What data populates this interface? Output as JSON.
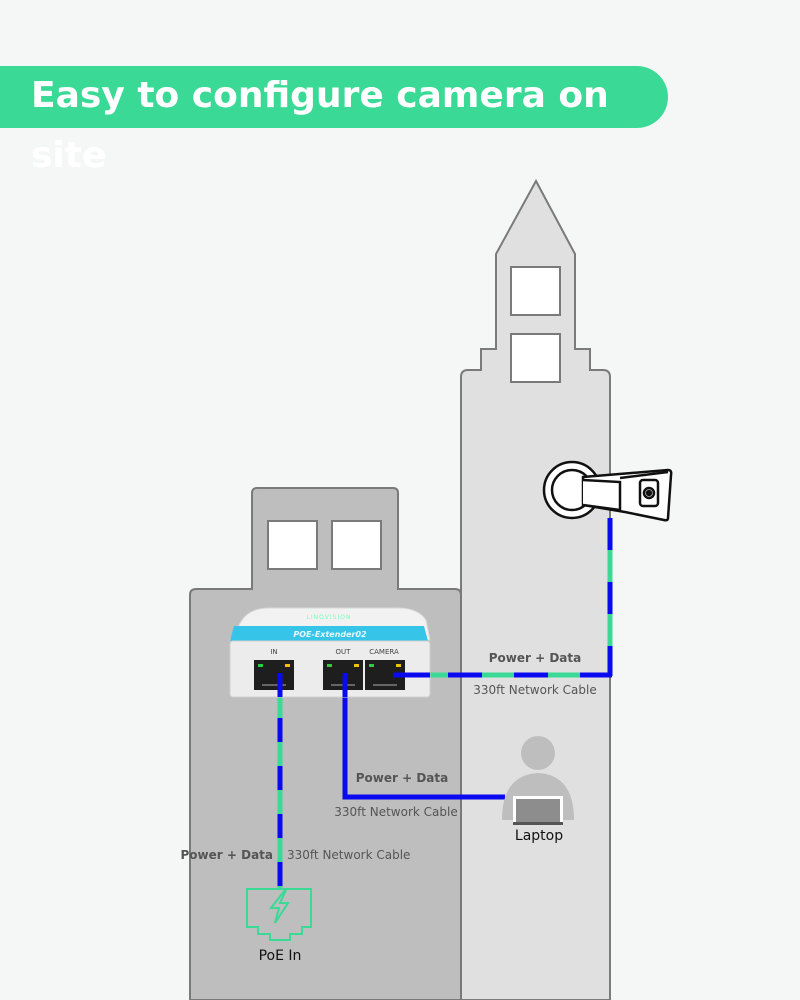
{
  "banner": {
    "title": "Easy to configure camera on site",
    "color": "#3bd996"
  },
  "device": {
    "brand": "LINOVISION",
    "model": "POE-Extender02",
    "ports": [
      "IN",
      "OUT",
      "CAMERA"
    ],
    "accent_color": "#36c5e8"
  },
  "connections": [
    {
      "id": "camera-link",
      "label_top": "Power + Data",
      "label_bottom": "330ft Network Cable"
    },
    {
      "id": "laptop-link",
      "label_top": "Power + Data",
      "label_bottom": "330ft Network Cable"
    },
    {
      "id": "poe-in-link",
      "label_top": "Power + Data",
      "label_bottom": "330ft Network Cable"
    }
  ],
  "nodes": {
    "laptop": "Laptop",
    "poe_in": "PoE In"
  },
  "colors": {
    "cable_primary": "#0a0af0",
    "cable_secondary": "#3bd996",
    "building_front": "#bdbebd",
    "building_back": "#e0e0e0",
    "outline": "#7a7a7a"
  }
}
